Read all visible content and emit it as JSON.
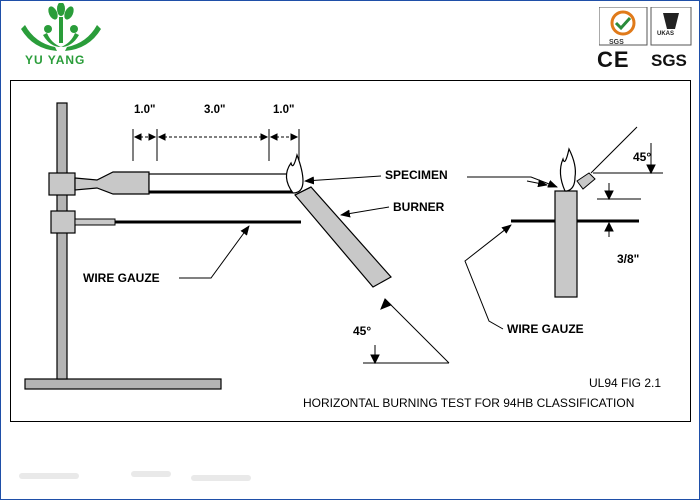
{
  "brand": {
    "name": "YU YANG",
    "logo_icon": "yu-yang-leaf-people-logo",
    "color": "#2a9d3a"
  },
  "certifications": {
    "tuv_label": "SGS",
    "ukas_label": "UKAS",
    "ce_mark": "CE",
    "sgs_text": "SGS"
  },
  "diagram": {
    "dimensions": {
      "left_gap": "1.0\"",
      "span": "3.0\"",
      "right_gap": "1.0\""
    },
    "labels": {
      "specimen": "SPECIMEN",
      "burner": "BURNER",
      "wire_gauze_left": "WIRE GAUZE",
      "wire_gauze_right": "WIRE GAUZE",
      "angle_left": "45°",
      "angle_right": "45°",
      "offset": "3/8\""
    },
    "caption": {
      "fig": "UL94 FIG 2.1",
      "title": "HORIZONTAL BURNING TEST FOR 94HB CLASSIFICATION"
    }
  },
  "colors": {
    "frame_border": "#1f4fa8",
    "burner_fill": "#c8c8c8",
    "stand_fill": "#b4b4b4"
  }
}
